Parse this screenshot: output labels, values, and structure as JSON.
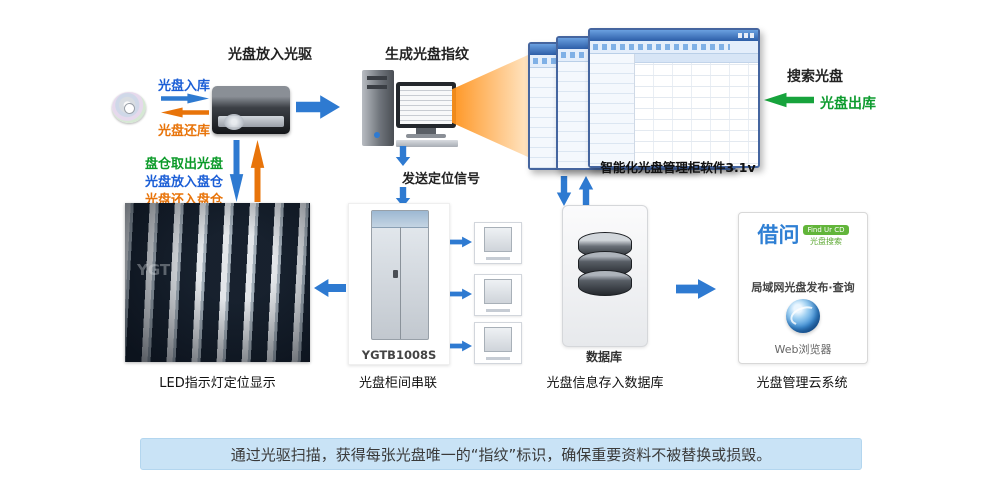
{
  "flow": {
    "drive_title": "光盘放入光驱",
    "fingerprint_title": "生成光盘指纹",
    "disc_in": "光盘入库",
    "disc_return": "光盘还库",
    "bin_take_out": "盘仓取出光盘",
    "bin_put_in": "光盘放入盘仓",
    "bin_return": "光盘还入盘仓",
    "send_signal": "发送定位信号",
    "software_title": "智能化光盘管理柜软件3.1v",
    "search_disc": "搜索光盘",
    "disc_out": "光盘出库"
  },
  "stations": {
    "led_caption": "LED指示灯定位显示",
    "led_watermark": "YGT",
    "cabinet_model": "YGTB1008S",
    "cabinet_caption": "光盘柜间串联",
    "database_label": "数据库",
    "database_caption": "光盘信息存入数据库",
    "cloud_brand": "借问",
    "cloud_badge": "Find Ur CD",
    "cloud_badge_sub": "光盘搜索",
    "cloud_line": "局域网光盘发布·查询",
    "cloud_browser": "Web浏览器",
    "cloud_caption": "光盘管理云系统"
  },
  "banner": {
    "text": "通过光驱扫描，获得每张光盘唯一的“指纹”标识，确保重要资料不被替换或损毁。"
  },
  "colors": {
    "arrow_blue": "#2e7ad1",
    "arrow_orange": "#e8740a",
    "arrow_green": "#17a33c",
    "text_blue": "#1b5ed6",
    "text_orange": "#e8740a",
    "text_green": "#0a9a28",
    "banner_bg": "#c9e3f6"
  }
}
